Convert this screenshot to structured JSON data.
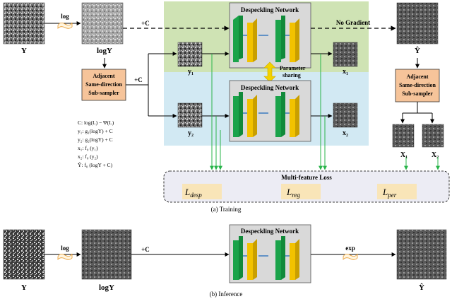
{
  "training": {
    "caption": "(a) Training",
    "input_label": "Y",
    "log_op": "log",
    "log_image_label": "logY",
    "plus_c_top": "+C",
    "plus_c_mid": "+C",
    "no_gradient": "No Gradient",
    "output_label": "Ŷ",
    "y1_label": "y₁",
    "y2_label": "y₂",
    "x1_label": "x₁",
    "x2_label": "x₂",
    "network_top": "Despeckling Network",
    "network_bottom": "Despeckling Network",
    "parameter_sharing_line1": "Parameter",
    "parameter_sharing_line2": "sharing",
    "sampler_left": [
      "Adjacent",
      "Same-direction",
      "Sub-sampler"
    ],
    "sampler_right": [
      "Adjacent",
      "Same-direction",
      "Sub-sampler"
    ],
    "X1_label": "X₁",
    "X2_label": "X₂",
    "equations": [
      "C: log(L) − Ψ(L)",
      "y₁: g₁(logY) + C",
      "y₂: g₂(logY) + C",
      "x₁: f₀ (y₁)",
      "x₂: f₀ (y₂)",
      "Ŷ: f₀ (logY + C)"
    ],
    "loss_title": "Multi-feature Loss",
    "loss_terms": [
      {
        "main": "L",
        "sub": "desp"
      },
      {
        "main": "L",
        "sub": "reg"
      },
      {
        "main": "L",
        "sub": "per"
      }
    ]
  },
  "inference": {
    "caption": "(b) Inference",
    "input_label": "Y",
    "log_op": "log",
    "log_image_label": "logY",
    "plus_c": "+C",
    "network": "Despeckling Network",
    "exp_op": "exp",
    "output_label": "Ŷ"
  },
  "colors": {
    "green_region": "#cfe3b4",
    "blue_region": "#d2e9f3",
    "sampler_fill": "#f6c49a",
    "network_fill": "#d9d9d9",
    "layer_green": "#1aa34a",
    "layer_yellow": "#f2c200",
    "loss_fill": "#ececf4",
    "loss_arrow": "#29b44a",
    "parameter_arrow": "#f2d200"
  }
}
